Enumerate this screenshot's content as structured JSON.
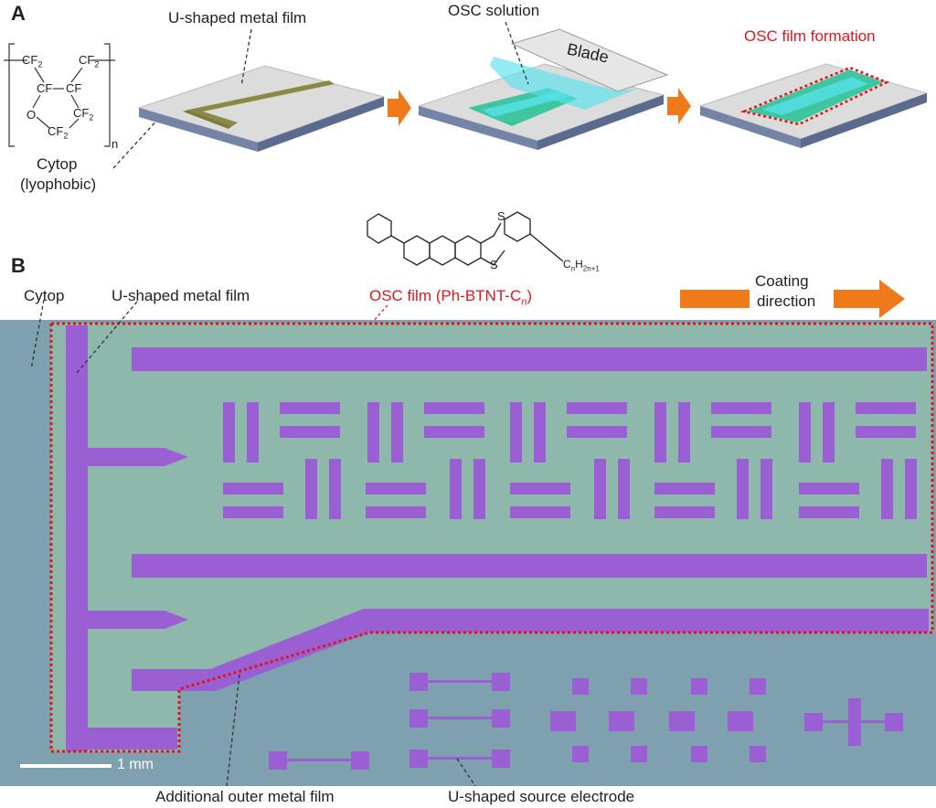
{
  "panel_a": {
    "letter": "A",
    "labels": {
      "metal_film": "U-shaped metal film",
      "osc_solution": "OSC solution",
      "blade": "Blade",
      "film_formation": "OSC film formation",
      "cytop": "Cytop",
      "lyophobic": "(lyophobic)"
    },
    "chem": {
      "cf2": "CF",
      "cf": "CF",
      "o": "O",
      "sub2": "2",
      "n": "n"
    }
  },
  "panel_b": {
    "letter": "B",
    "labels": {
      "cytop": "Cytop",
      "metal_film": "U-shaped metal film",
      "osc_film": "OSC film (Ph-BTNT-C",
      "osc_film_sub": "n",
      "osc_film_close": ")",
      "coating": "Coating",
      "direction": "direction",
      "additional": "Additional outer metal film",
      "source": "U-shaped source electrode",
      "scale": "1 mm"
    },
    "molecule": {
      "s": "S",
      "chain": "C",
      "chain_sub_n": "n",
      "h": "H",
      "h_sub": "2n+1"
    }
  },
  "colors": {
    "highlight_red": "#e0161b",
    "arrow_orange": "#ee7a1c",
    "metal_purple": "#9a5fd2",
    "film_green": "#8fb8ac",
    "cytop_blue": "#7fa0ae",
    "osc_cyan": "#58e2ec",
    "gold_metal": "#8a8a44"
  }
}
